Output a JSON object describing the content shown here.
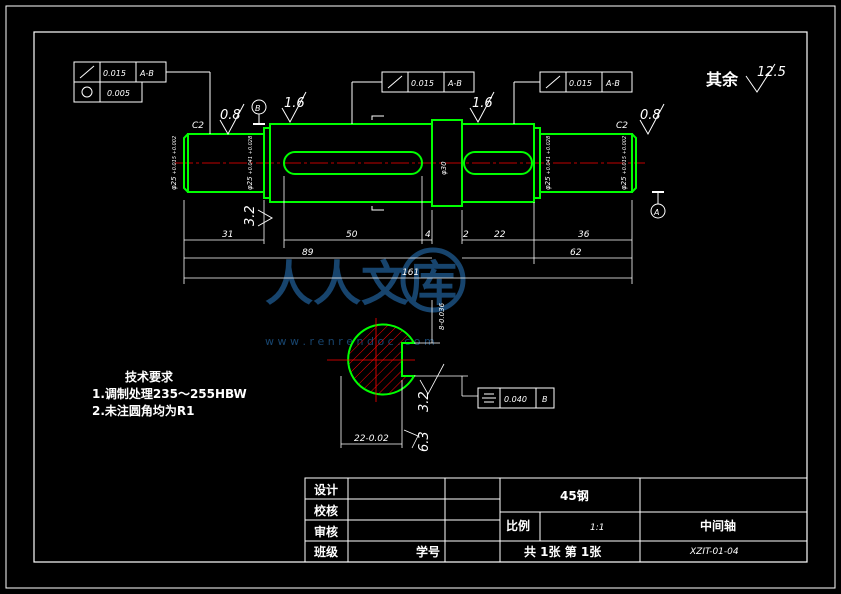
{
  "colors": {
    "background": "#000000",
    "outline": "#00ff00",
    "centerline": "#ff0000",
    "lines": "#ffffff",
    "watermark": "#2a7cc7"
  },
  "top_label": {
    "text": "其余",
    "roughness": "12.5"
  },
  "tolerance_frames": {
    "left_runout": {
      "value": "0.015",
      "datum": "A-B"
    },
    "left_cylindricity": {
      "value": "0.005"
    },
    "center_runout": {
      "value": "0.015",
      "datum": "A-B"
    },
    "right_runout": {
      "value": "0.015",
      "datum": "A-B"
    },
    "key_symmetry": {
      "value": "0.040",
      "datum": "B"
    }
  },
  "datums": {
    "b": "B",
    "a": "A"
  },
  "chamfers": {
    "left": "C2",
    "right": "C2"
  },
  "roughness": {
    "r08_left": "0.8",
    "r16_left": "1.6",
    "r16_right": "1.6",
    "r08_right": "0.8",
    "r32_left": "3.2",
    "r32_section": "3.2",
    "r63_section": "6.3"
  },
  "diameters": {
    "d1": "φ25",
    "d1_tol": "+0.015 +0.002",
    "d2": "φ25",
    "d2_tol": "+0.041 +0.028",
    "d3": "φ30",
    "d4": "φ25",
    "d4_tol": "+0.041 +0.028",
    "d5": "φ25",
    "d5_tol": "+0.015 +0.002"
  },
  "dimensions": {
    "d31": "31",
    "d50": "50",
    "d4": "4",
    "d2": "2",
    "d22": "22",
    "d36": "36",
    "d89": "89",
    "d62": "62",
    "d161": "161",
    "key_width": "8-0.036",
    "key_depth": "22-0.02"
  },
  "tech_requirements": {
    "title": "技术要求",
    "items": [
      "1.调制处理235～255HBW",
      "2.未注圆角均为R1"
    ]
  },
  "watermark": {
    "text": "人人文库",
    "url": "w w w . r e n r e n d o c . c o m"
  },
  "title_block": {
    "design": "设计",
    "check": "校核",
    "review": "审核",
    "class": "班级",
    "student_no": "学号",
    "material": "45钢",
    "scale_label": "比例",
    "scale_value": "1:1",
    "sheets": "共 1张 第 1张",
    "part_name": "中间轴",
    "drawing_no": "XZIT-01-04"
  }
}
